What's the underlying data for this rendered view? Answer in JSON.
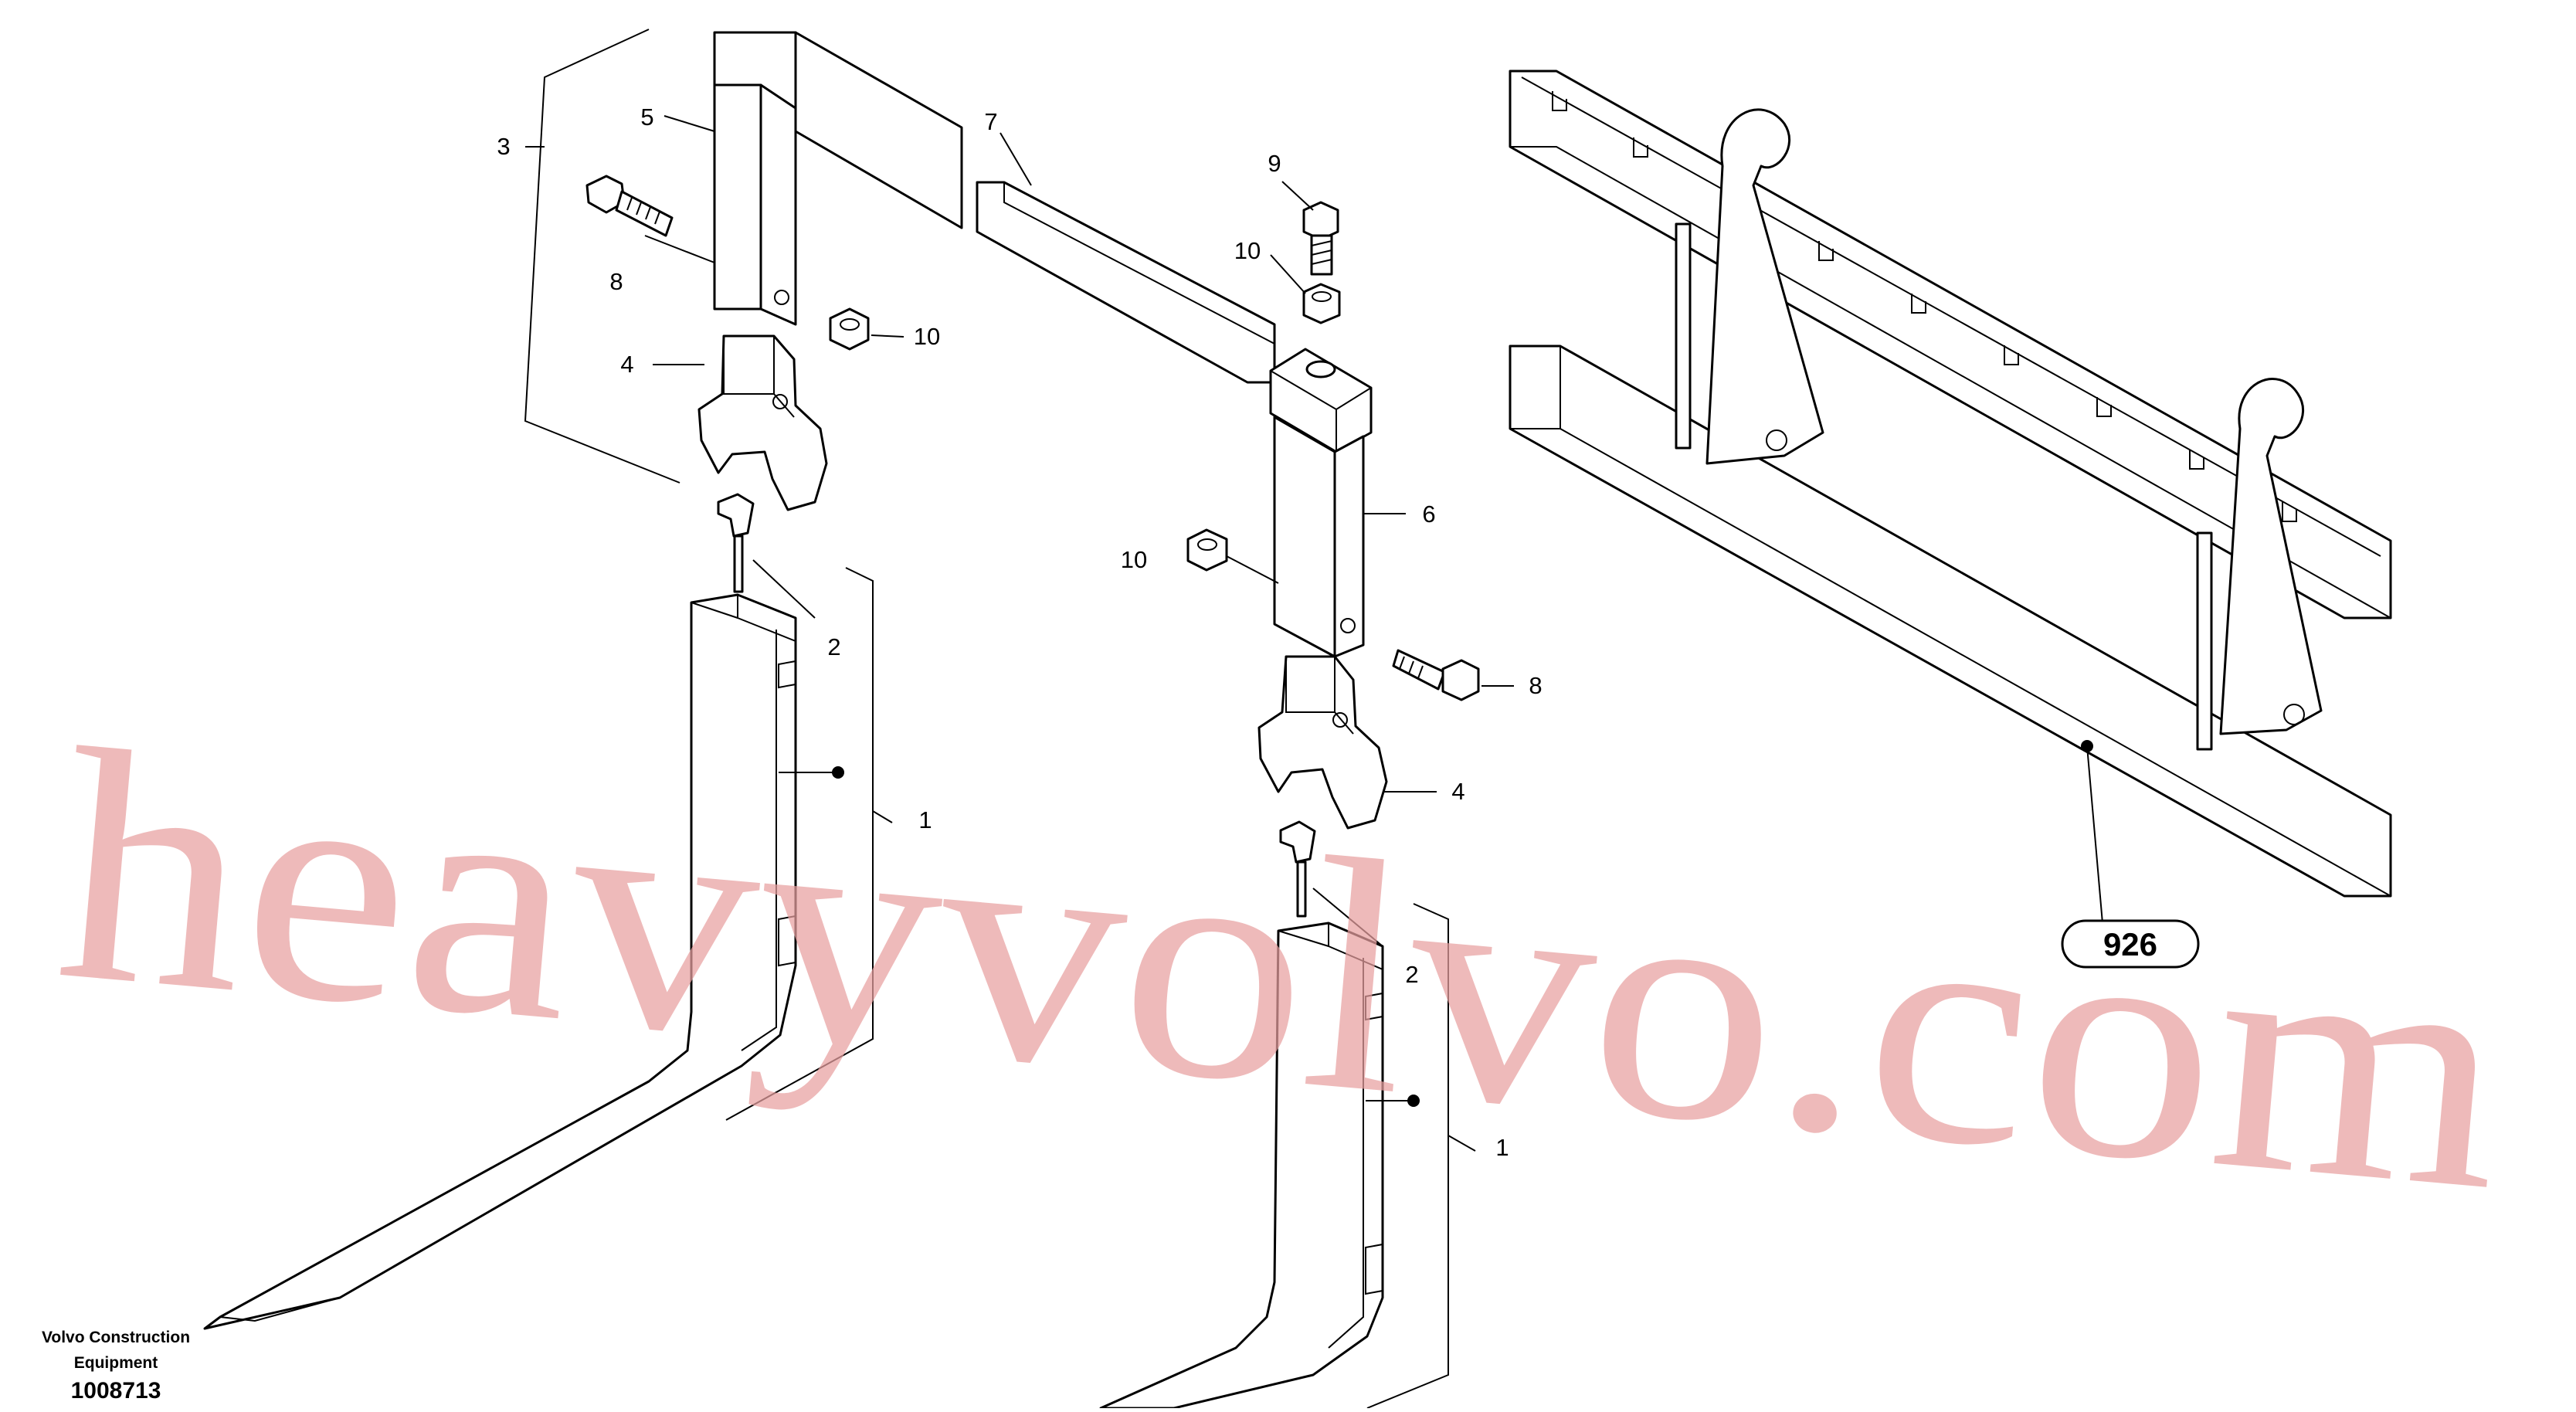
{
  "diagram": {
    "callouts": {
      "c1a": "1",
      "c1b": "1",
      "c2a": "2",
      "c2b": "2",
      "c3": "3",
      "c4a": "4",
      "c4b": "4",
      "c5": "5",
      "c6": "6",
      "c7": "7",
      "c8a": "8",
      "c8b": "8",
      "c9": "9",
      "c10a": "10",
      "c10b": "10",
      "c10c": "10"
    },
    "reference_badge": "926",
    "watermark": "heavyvolvo.com",
    "footer": {
      "brand_line1": "Volvo Construction",
      "brand_line2": "Equipment",
      "drawing_number": "1008713"
    }
  }
}
